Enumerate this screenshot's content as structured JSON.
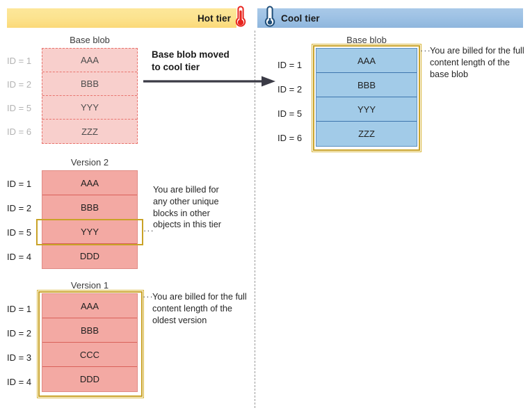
{
  "tiers": {
    "hot": {
      "label": "Hot tier",
      "icon": "thermometer-hot-icon",
      "color": "#fbd978"
    },
    "cool": {
      "label": "Cool tier",
      "icon": "thermometer-cool-icon",
      "color": "#9dc1e4"
    }
  },
  "arrow": {
    "label_line1": "Base blob moved",
    "label_line2": "to cool tier"
  },
  "hot_tier": {
    "base_blob": {
      "title": "Base blob",
      "state": "faded-dashed",
      "rows": [
        {
          "id": "ID = 1",
          "block": "AAA"
        },
        {
          "id": "ID = 2",
          "block": "BBB"
        },
        {
          "id": "ID = 5",
          "block": "YYY"
        },
        {
          "id": "ID = 6",
          "block": "ZZZ"
        }
      ]
    },
    "version_2": {
      "title": "Version 2",
      "rows": [
        {
          "id": "ID = 1",
          "block": "AAA"
        },
        {
          "id": "ID = 2",
          "block": "BBB"
        },
        {
          "id": "ID = 5",
          "block": "YYY"
        },
        {
          "id": "ID = 4",
          "block": "DDD"
        }
      ],
      "highlighted_row_index": 2,
      "annotation": "You are billed for any other unique blocks in other objects in this tier"
    },
    "version_1": {
      "title": "Version 1",
      "rows": [
        {
          "id": "ID = 1",
          "block": "AAA"
        },
        {
          "id": "ID = 2",
          "block": "BBB"
        },
        {
          "id": "ID = 3",
          "block": "CCC"
        },
        {
          "id": "ID = 4",
          "block": "DDD"
        }
      ],
      "highlighted": "all",
      "annotation": "You are billed for the full content length of the oldest version"
    }
  },
  "cool_tier": {
    "base_blob": {
      "title": "Base blob",
      "rows": [
        {
          "id": "ID = 1",
          "block": "AAA"
        },
        {
          "id": "ID = 2",
          "block": "BBB"
        },
        {
          "id": "ID = 5",
          "block": "YYY"
        },
        {
          "id": "ID = 6",
          "block": "ZZZ"
        }
      ],
      "highlighted": "all",
      "annotation": "You are billed for the full content length of the base blob"
    }
  },
  "colors": {
    "highlight_gold": "#c9a227",
    "hot_block_fill": "#f3a9a3",
    "hot_block_faded": "#f8cfcc",
    "cool_block_fill": "#a2cbe8"
  },
  "leader_dots": "···"
}
